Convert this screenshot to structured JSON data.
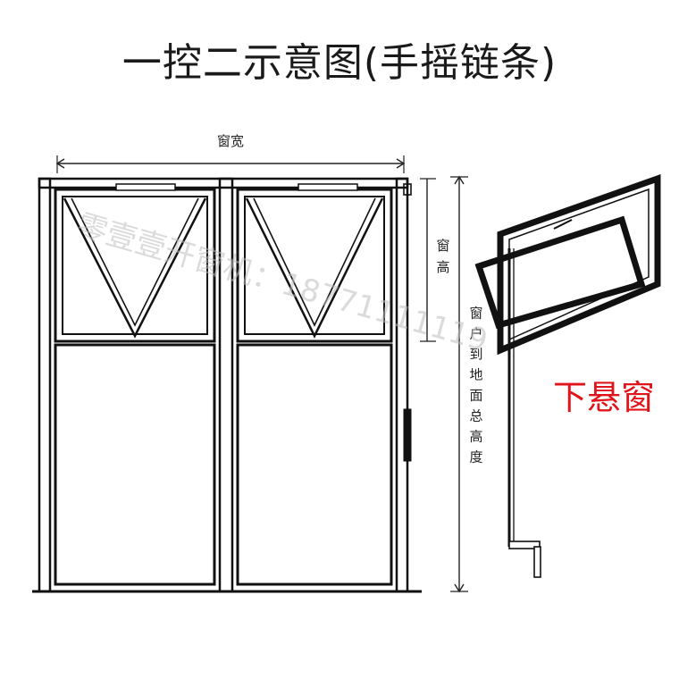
{
  "title": "一控二示意图(手摇链条)",
  "labels": {
    "window_width": "窗宽",
    "window_height": "窗高",
    "total_height": "窗户到地面总高度",
    "window_type": "下悬窗"
  },
  "watermark": "零壹壹开窗机：18771111119",
  "colors": {
    "frame": "#111111",
    "accent_red": "#e0151b",
    "text": "#222222"
  }
}
